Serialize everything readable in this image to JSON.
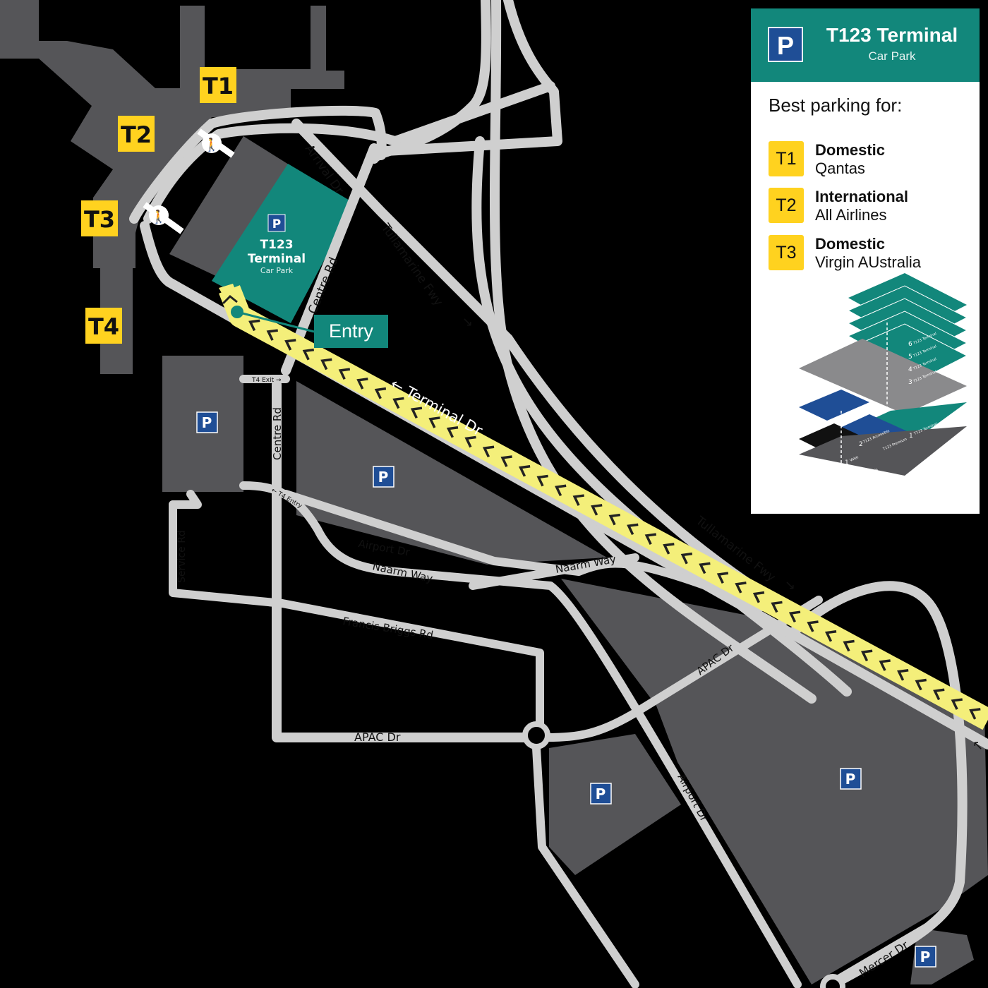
{
  "map": {
    "terminals": [
      {
        "id": "t1",
        "label": "T1"
      },
      {
        "id": "t2",
        "label": "T2"
      },
      {
        "id": "t3",
        "label": "T3"
      },
      {
        "id": "t4",
        "label": "T4"
      }
    ],
    "carpark": {
      "p": "P",
      "name": "T123",
      "name2": "Terminal",
      "sub": "Car Park"
    },
    "entry_label": "Entry",
    "parking_symbol": "P",
    "roads": {
      "arrival_dr": "Arrival Dr",
      "tullamarine_fwy": "Tullamarine Fwy",
      "centre_rd": "Centre Rd",
      "terminal_dr": "← Terminal Dr",
      "t4_exit": "T4 Exit →",
      "t4_entry": "← T4 Entry",
      "airport_dr": "Airport Dr",
      "naarm_way": "Naarm Way",
      "service_rd": "Service Rd",
      "francis_briggs_rd": "Francis Briggs Rd",
      "apac_dr": "APAC Dr",
      "mercer_dr": "Mercer Dr"
    },
    "colors": {
      "road": "#cfcfcf",
      "building": "#555558",
      "carpark": "#12877b",
      "route": "#f4ef7a",
      "terminal": "#ffd21f",
      "parking_badge": "#1f4e96"
    }
  },
  "legend": {
    "p": "P",
    "title": "T123 Terminal",
    "subtitle": "Car Park",
    "best_for": "Best parking for:",
    "rows": [
      {
        "terminal": "T1",
        "type": "Domestic",
        "airlines": "Qantas"
      },
      {
        "terminal": "T2",
        "type": "International",
        "airlines": "All Airlines"
      },
      {
        "terminal": "T3",
        "type": "Domestic",
        "airlines": "Virgin AUstralia"
      }
    ],
    "floors": [
      {
        "level": "6",
        "label": "T123 Terminal"
      },
      {
        "level": "5",
        "label": "T123 Terminal"
      },
      {
        "level": "4",
        "label": "T123 Terminal"
      },
      {
        "level": "3",
        "label": "T123 Terminal"
      },
      {
        "level": "2",
        "label": "T123 Accessible"
      },
      {
        "level": "1",
        "label": "T123 Terminal"
      },
      {
        "level": "",
        "label": "T123 Premium"
      },
      {
        "level": "1",
        "label": "Valet"
      },
      {
        "level": "G",
        "label": "Car Rentals"
      }
    ]
  }
}
